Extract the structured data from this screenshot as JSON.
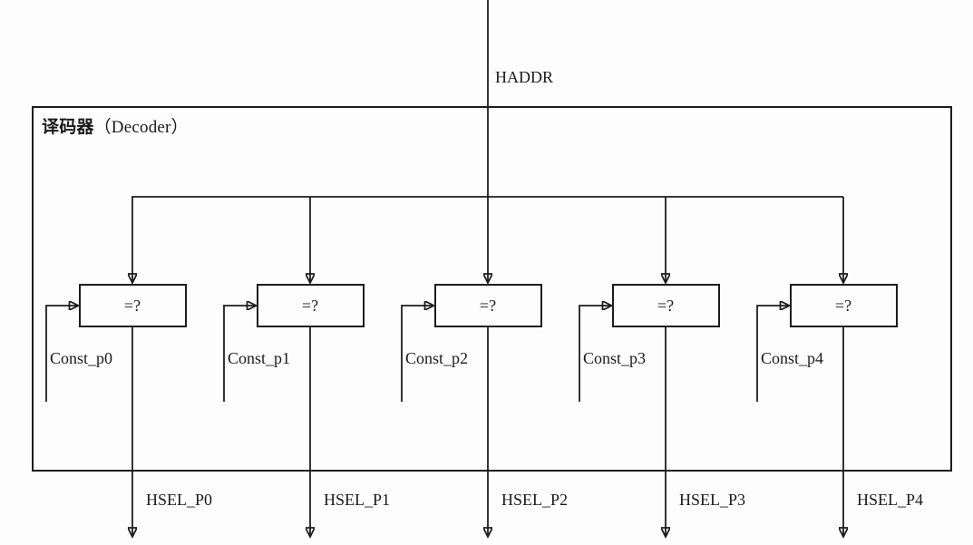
{
  "diagram": {
    "title_zh": "译码器",
    "title_en": "（Decoder）",
    "input_signal": "HADDR",
    "comparator_symbol": "=?",
    "units": [
      {
        "const_label": "Const_p0",
        "output_label": "HSEL_P0"
      },
      {
        "const_label": "Const_p1",
        "output_label": "HSEL_P1"
      },
      {
        "const_label": "Const_p2",
        "output_label": "HSEL_P2"
      },
      {
        "const_label": "Const_p3",
        "output_label": "HSEL_P3"
      },
      {
        "const_label": "Const_p4",
        "output_label": "HSEL_P4"
      }
    ],
    "colors": {
      "line": "#1d1d1d",
      "background": "#fdfdfd",
      "text": "#1a1a1a"
    }
  }
}
